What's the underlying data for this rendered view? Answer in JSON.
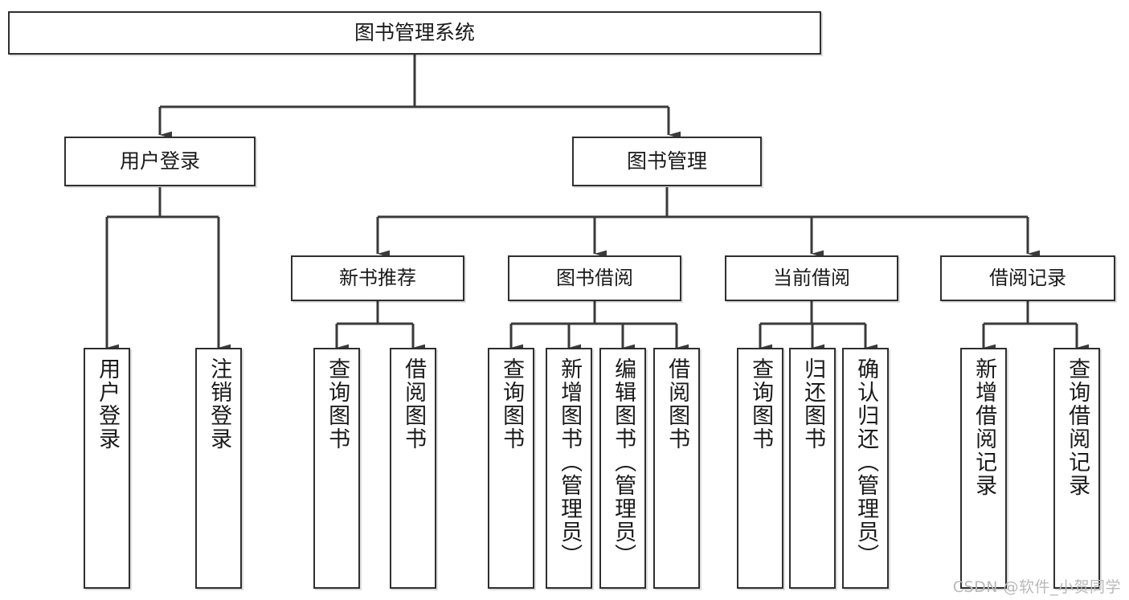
{
  "diagram": {
    "title": "图书管理系统",
    "type": "tree-hierarchy",
    "orientation": "top-down",
    "colors": {
      "background": "#ffffff",
      "box_fill": "#ffffff",
      "box_border": "#2f2f2f",
      "connector": "#3a3a3a",
      "text": "#1a1a1a",
      "watermark": "#b9b9b9"
    },
    "root": {
      "label": "图书管理系统"
    },
    "level1": [
      {
        "id": "user-login",
        "label": "用户登录"
      },
      {
        "id": "book-manage",
        "label": "图书管理"
      }
    ],
    "level2": [
      {
        "id": "new-book-rec",
        "label": "新书推荐",
        "parent": "book-manage"
      },
      {
        "id": "book-borrow",
        "label": "图书借阅",
        "parent": "book-manage"
      },
      {
        "id": "current-borrow",
        "label": "当前借阅",
        "parent": "book-manage"
      },
      {
        "id": "borrow-record",
        "label": "借阅记录",
        "parent": "book-manage"
      }
    ],
    "leaves": {
      "user-login": [
        {
          "id": "leaf-user-login",
          "label": "用户登录"
        },
        {
          "id": "leaf-user-logout",
          "label": "注销登录"
        }
      ],
      "new-book-rec": [
        {
          "id": "leaf-query-book-1",
          "label": "查询图书"
        },
        {
          "id": "leaf-borrow-book-1",
          "label": "借阅图书"
        }
      ],
      "book-borrow": [
        {
          "id": "leaf-query-book-2",
          "label": "查询图书"
        },
        {
          "id": "leaf-add-book",
          "label": "新增图书（管理员）"
        },
        {
          "id": "leaf-edit-book",
          "label": "编辑图书（管理员）"
        },
        {
          "id": "leaf-borrow-book-2",
          "label": "借阅图书"
        }
      ],
      "current-borrow": [
        {
          "id": "leaf-query-book-3",
          "label": "查询图书"
        },
        {
          "id": "leaf-return-book",
          "label": "归还图书"
        },
        {
          "id": "leaf-confirm-return",
          "label": "确认归还（管理员）"
        }
      ],
      "borrow-record": [
        {
          "id": "leaf-add-record",
          "label": "新增借阅记录"
        },
        {
          "id": "leaf-query-record",
          "label": "查询借阅记录"
        }
      ]
    }
  },
  "watermark": {
    "text": "CSDN @软件_小贺同学"
  }
}
